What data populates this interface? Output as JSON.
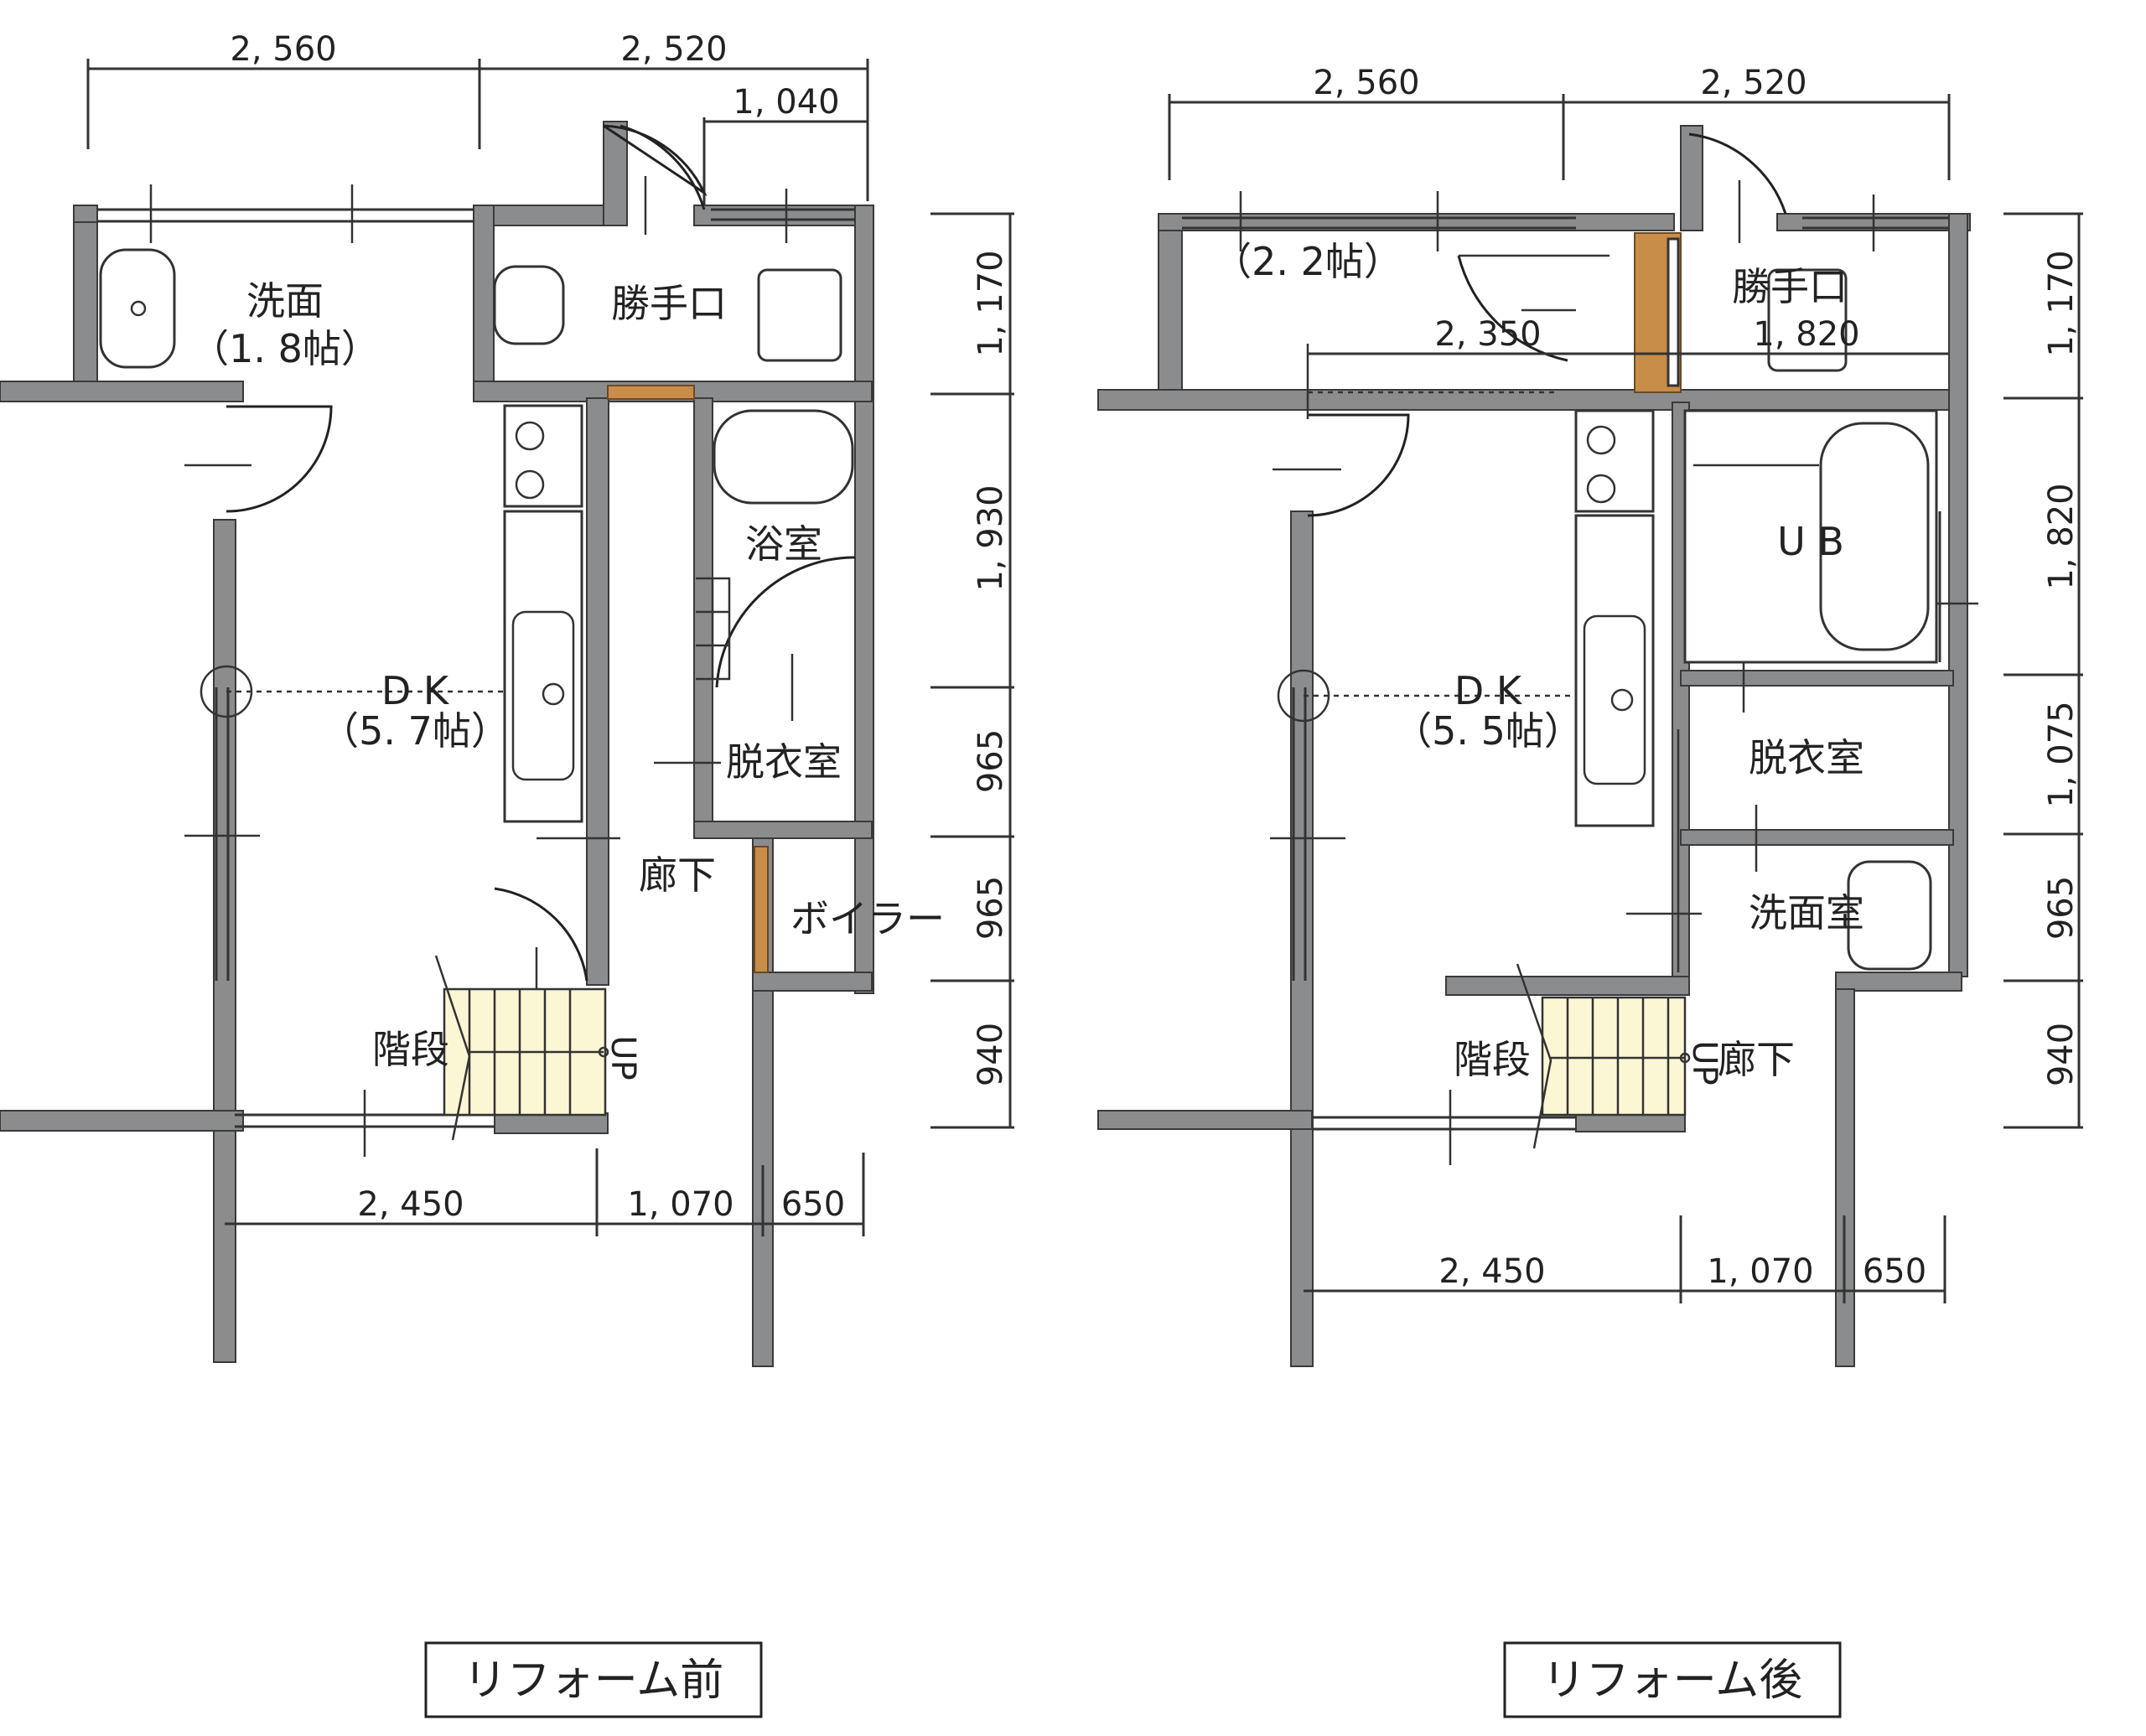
{
  "before": {
    "caption": "リフォーム前",
    "rooms": {
      "senmen": "洗面",
      "senmen_size": "（1. 8帖）",
      "katteguchi": "勝手口",
      "yokushitsu": "浴室",
      "dk": "D K",
      "dk_size": "（5. 7帖）",
      "datsuishitsu": "脱衣室",
      "rouka": "廊下",
      "boiler": "ボイラー",
      "kaidan": "階段",
      "up": "UP"
    },
    "dims_top": [
      "2, 560",
      "2, 520",
      "1, 040"
    ],
    "dims_right": [
      "1, 170",
      "1, 930",
      "965",
      "965",
      "940"
    ],
    "dims_bottom": [
      "2, 450",
      "1, 070",
      "650"
    ]
  },
  "after": {
    "caption": "リフォーム後",
    "rooms": {
      "room_size": "（2. 2帖）",
      "katteguchi": "勝手口",
      "ub": "U B",
      "dk": "D K",
      "dk_size": "（5. 5帖）",
      "datsuishitsu": "脱衣室",
      "senmenshitsu": "洗面室",
      "kaidan": "階段",
      "rouka": "廊下",
      "up": "UP"
    },
    "dims_top": [
      "2, 560",
      "2, 520"
    ],
    "dims_inner": [
      "2, 350",
      "1, 820"
    ],
    "dims_right": [
      "1, 170",
      "1, 820",
      "1, 075",
      "965",
      "940"
    ],
    "dims_bottom": [
      "2, 450",
      "1, 070",
      "650"
    ]
  },
  "colors": {
    "wall": "#8a8c8e",
    "stairs": "#fbf6d4",
    "wood": "#c98d4a"
  }
}
